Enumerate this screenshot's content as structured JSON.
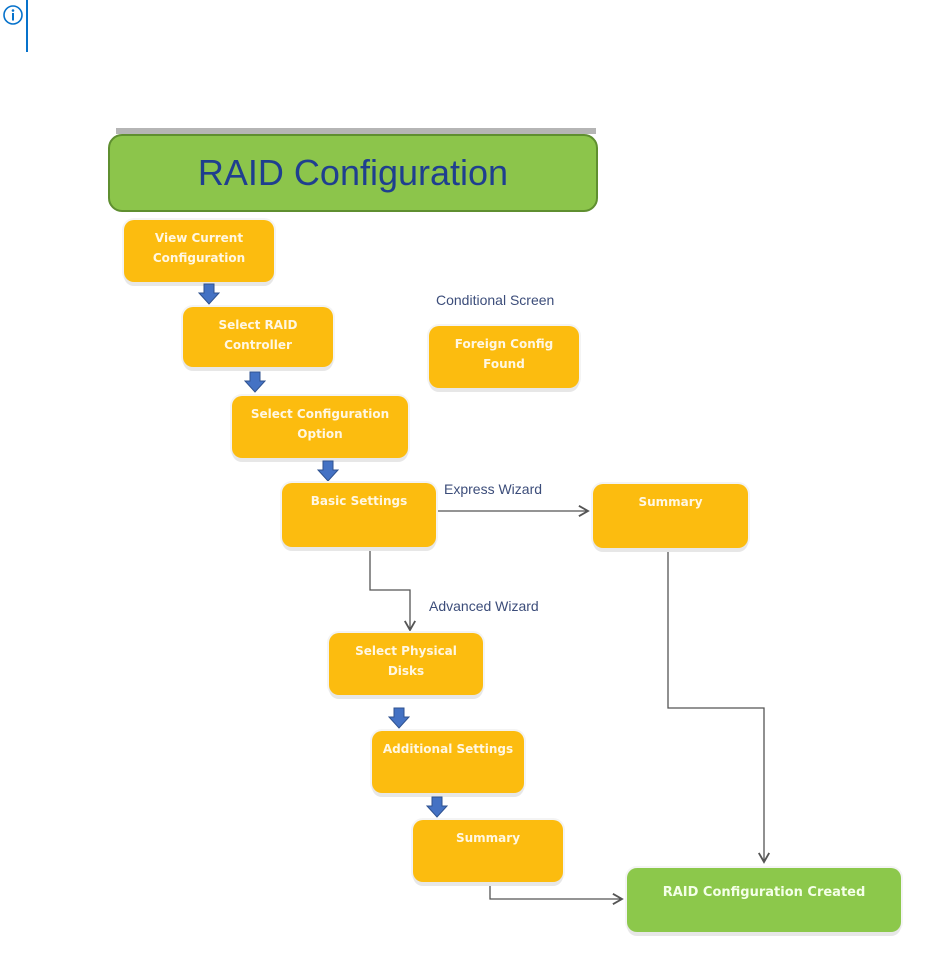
{
  "note": {
    "icon": "info-circle-icon"
  },
  "diagram": {
    "title": "RAID Configuration",
    "steps": {
      "view_current": [
        "View Current",
        "Configuration"
      ],
      "select_controller": [
        "Select RAID",
        "Controller"
      ],
      "select_option": [
        "Select Configuration",
        "Option"
      ],
      "basic_settings": [
        "Basic Settings"
      ],
      "foreign_config": [
        "Foreign Config",
        "Found"
      ],
      "express_summary": [
        "Summary"
      ],
      "select_disks": [
        "Select Physical",
        "Disks"
      ],
      "additional_settings": [
        "Additional Settings"
      ],
      "advanced_summary": [
        "Summary"
      ],
      "created": [
        "RAID Configuration Created"
      ]
    },
    "labels": {
      "conditional": "Conditional Screen",
      "express": "Express Wizard",
      "advanced": "Advanced Wizard"
    },
    "colors": {
      "step": "#fcbc0f",
      "title": "#8cc54b",
      "final": "#8cc84b",
      "arrow": "#4472c4",
      "title_text": "#1f3f8f"
    }
  }
}
